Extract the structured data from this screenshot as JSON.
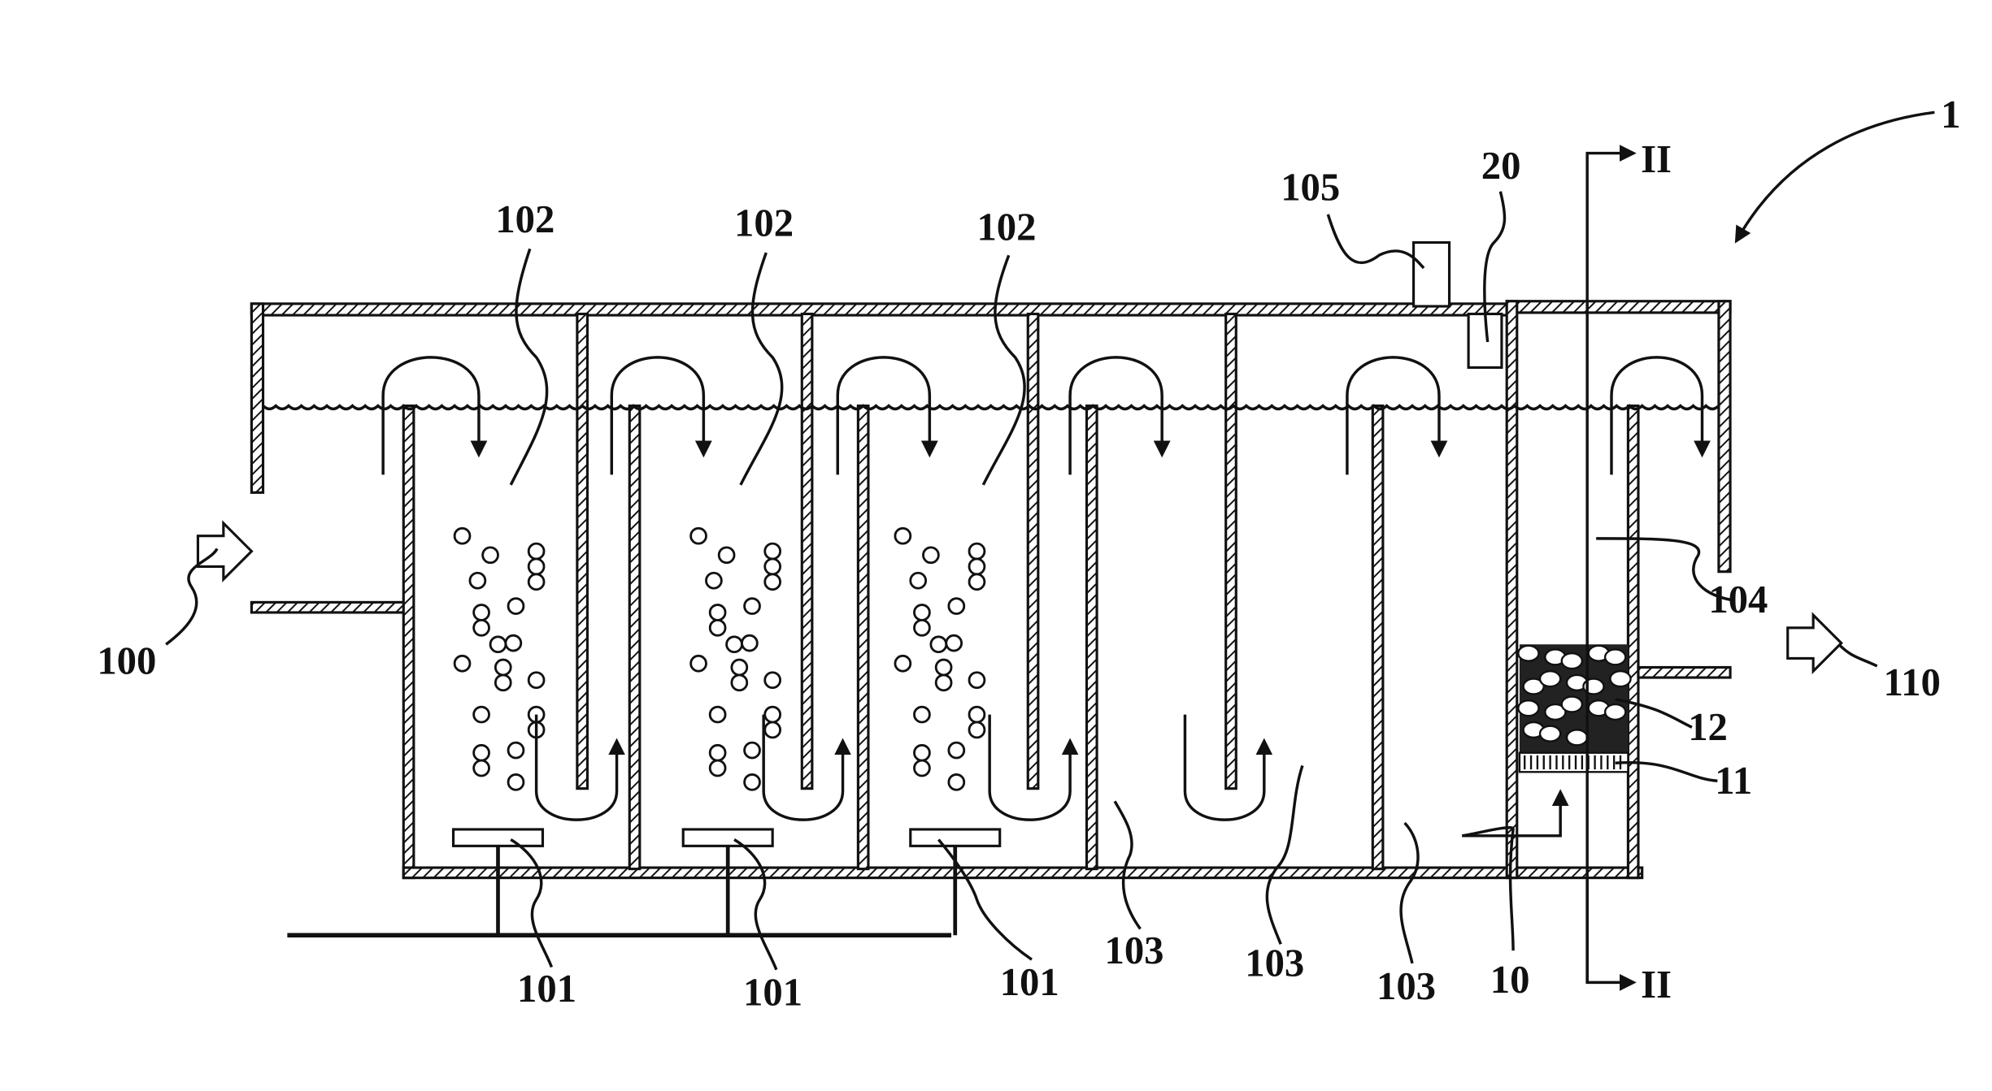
{
  "figure": {
    "system_label": "1",
    "section_marker": "II",
    "labels": {
      "inlet": "100",
      "aerator": "101",
      "aerobic_chamber": "102",
      "anoxic_chamber": "103",
      "outlet_chamber": "104",
      "vent": "105",
      "outlet": "110",
      "filter_support": "10",
      "filter_screen": "11",
      "filter_media": "12",
      "sensor": "20"
    }
  }
}
